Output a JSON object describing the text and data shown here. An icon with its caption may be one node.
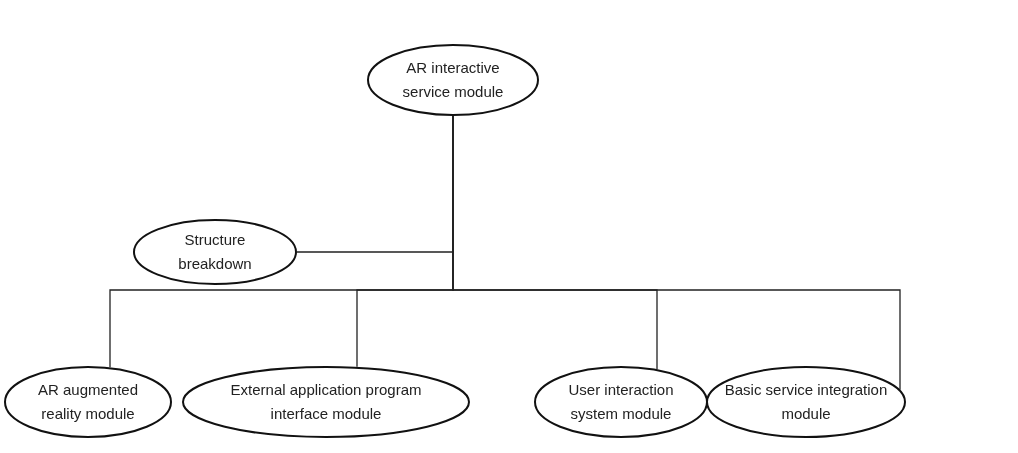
{
  "diagram": {
    "nodes": [
      {
        "text": [
          "AR interactive service module"
        ]
      },
      {
        "text": [
          "Structure breakdown"
        ]
      },
      {
        "text": [
          "AR augmented reality module"
        ]
      },
      {
        "text": [
          "External application program interface module"
        ]
      },
      {
        "text": [
          "User interaction system module"
        ]
      },
      {
        "text": [
          "Basic service integration module"
        ]
      }
    ],
    "edges": [
      {
        "from": 0,
        "to": 1,
        "arrow": "none"
      },
      {
        "from": 0,
        "to": 2,
        "arrow": "none"
      },
      {
        "from": 0,
        "to": 3,
        "arrow": "none"
      },
      {
        "from": 0,
        "to": 4,
        "arrow": "none"
      },
      {
        "from": 0,
        "to": 5,
        "arrow": "none"
      }
    ]
  }
}
